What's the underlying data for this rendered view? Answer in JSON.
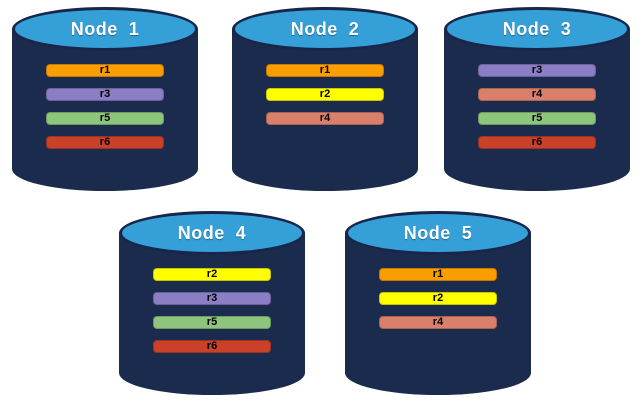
{
  "diagram": {
    "replica_colors": {
      "r1": "#FA9D00",
      "r2": "#FFFF00",
      "r3": "#8C7EC5",
      "r4": "#D97F6B",
      "r5": "#8EC57D",
      "r6": "#C94129"
    },
    "cylinder_colors": {
      "body": "#1B2B4D",
      "top": "#35A0D8",
      "title_text": "#FFFFFF",
      "bar_text": "#000000"
    },
    "nodes": [
      {
        "label": "Node  1",
        "replicas": [
          "r1",
          "r3",
          "r5",
          "r6"
        ]
      },
      {
        "label": "Node  2",
        "replicas": [
          "r1",
          "r2",
          "r4"
        ]
      },
      {
        "label": "Node  3",
        "replicas": [
          "r3",
          "r4",
          "r5",
          "r6"
        ]
      },
      {
        "label": "Node  4",
        "replicas": [
          "r2",
          "r3",
          "r5",
          "r6"
        ]
      },
      {
        "label": "Node  5",
        "replicas": [
          "r1",
          "r2",
          "r4"
        ]
      }
    ]
  }
}
